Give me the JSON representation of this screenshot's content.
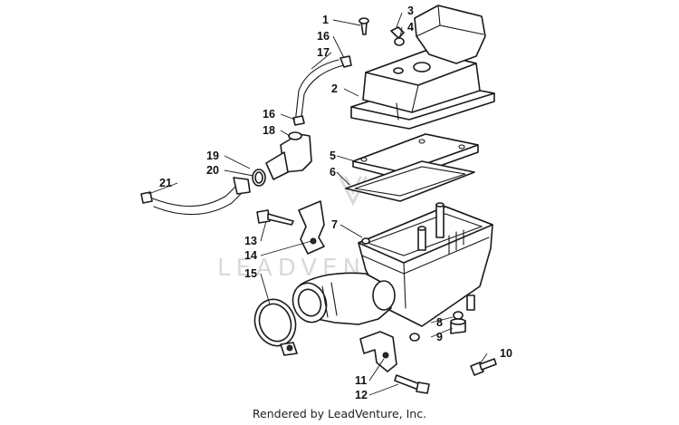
{
  "callouts": {
    "c1": "1",
    "c2": "2",
    "c3": "3",
    "c4": "4",
    "c5": "5",
    "c6": "6",
    "c7": "7",
    "c8": "8",
    "c9": "9",
    "c10": "10",
    "c11": "11",
    "c12": "12",
    "c13": "13",
    "c14": "14",
    "c15": "15",
    "c16a": "16",
    "c16b": "16",
    "c17": "17",
    "c18": "18",
    "c19": "19",
    "c20": "20",
    "c21": "21"
  },
  "watermark": "LEADVENTURE",
  "footer": "Rendered by LeadVenture, Inc."
}
